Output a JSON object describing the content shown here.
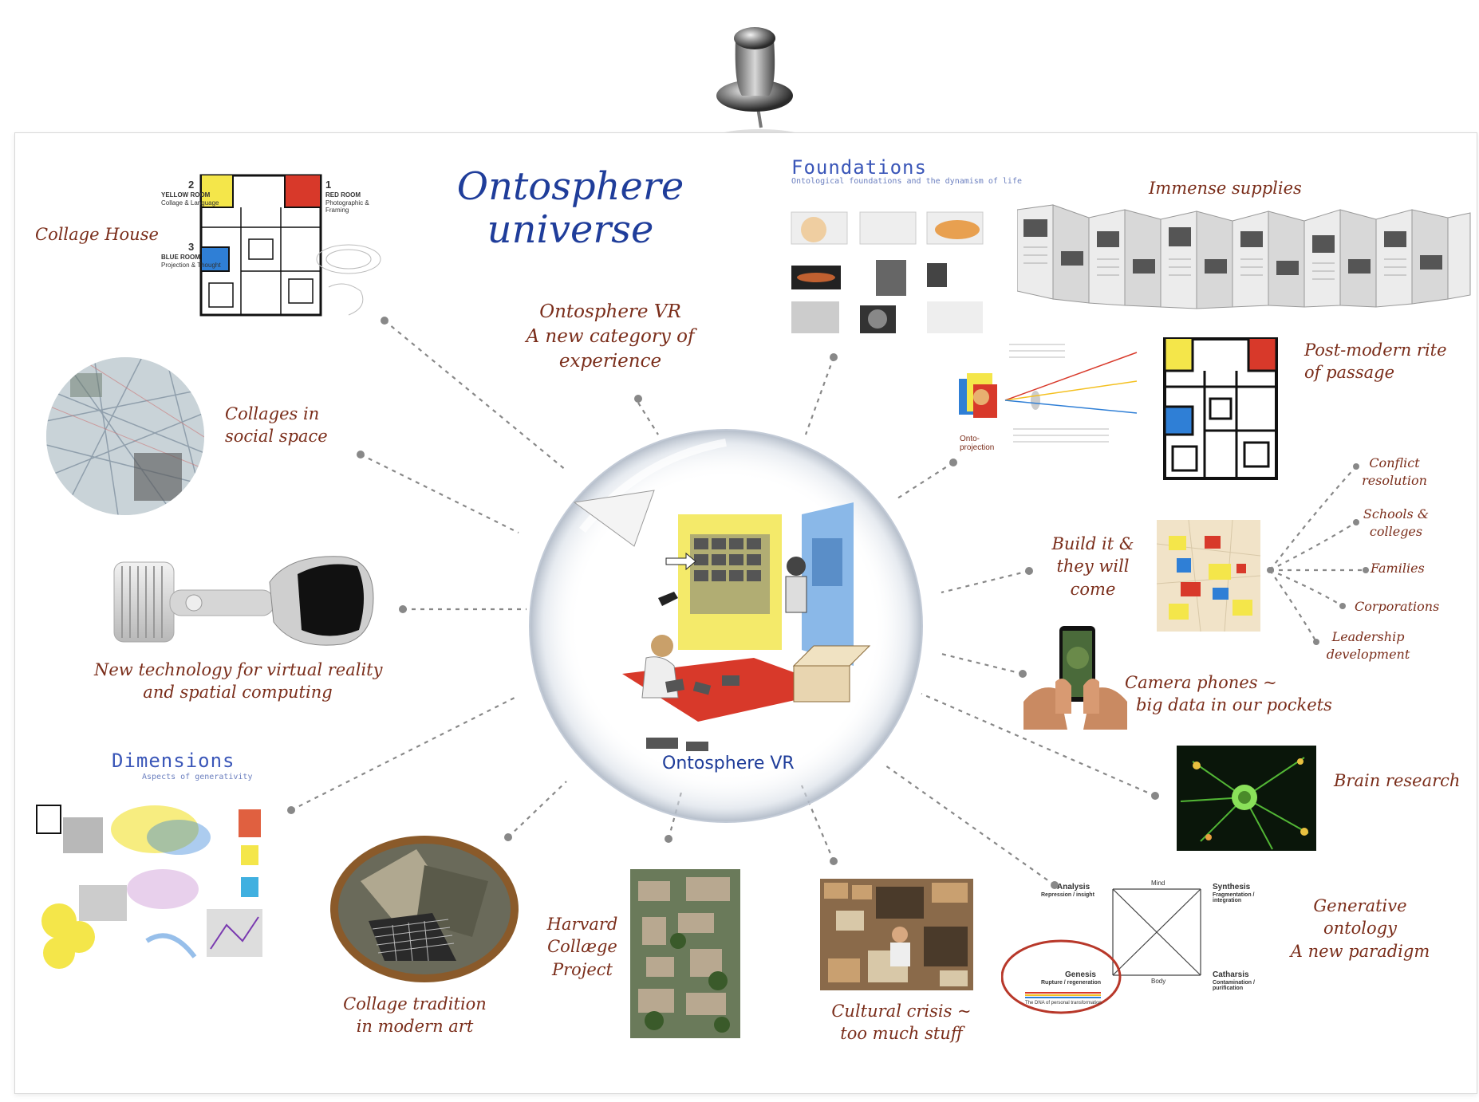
{
  "title": {
    "line1": "Ontosphere",
    "line2": "universe"
  },
  "center": {
    "label": "Ontosphere VR"
  },
  "nodes": {
    "collage_house": "Collage House",
    "ontosphere_vr": {
      "l1": "Ontosphere VR",
      "l2": "A new category of",
      "l3": "experience"
    },
    "foundations": {
      "title": "Foundations",
      "subtitle": "Ontological foundations and the dynamism of life"
    },
    "immense_supplies": "Immense supplies",
    "post_modern": {
      "l1": "Post-modern rite",
      "l2": "of passage"
    },
    "onto_projection": {
      "l1": "Onto-",
      "l2": "projection"
    },
    "collages_social": {
      "l1": "Collages in",
      "l2": "social space"
    },
    "build_it": {
      "l1": "Build it &",
      "l2": "they will",
      "l3": "come"
    },
    "conflict": {
      "l1": "Conflict",
      "l2": "resolution"
    },
    "schools": {
      "l1": "Schools &",
      "l2": "colleges"
    },
    "families": "Families",
    "corporations": "Corporations",
    "leadership": {
      "l1": "Leadership",
      "l2": "development"
    },
    "new_tech": {
      "l1": "New technology for virtual reality",
      "l2": "and spatial computing"
    },
    "camera": {
      "l1": "Camera phones ~",
      "l2": "big data in our pockets"
    },
    "dimensions": {
      "title": "Dimensions",
      "subtitle": "Aspects of generativity"
    },
    "brain": "Brain research",
    "collage_tradition": {
      "l1": "Collage tradition",
      "l2": "in modern art"
    },
    "harvard": {
      "l1": "Harvard",
      "l2": "Collæge",
      "l3": "Project"
    },
    "cultural": {
      "l1": "Cultural crisis ~",
      "l2": "too much stuff"
    },
    "generative": {
      "l1": "Generative",
      "l2": "ontology",
      "l3": "A new paradigm"
    }
  },
  "floorplan": {
    "yellow": {
      "num": "2",
      "name": "YELLOW ROOM",
      "sub": "Collage & Language"
    },
    "red": {
      "num": "1",
      "name": "RED ROOM",
      "sub": "Photographic & Framing"
    },
    "blue": {
      "num": "3",
      "name": "BLUE ROOM",
      "sub": "Projection & Thought"
    }
  },
  "generative_diagram": {
    "analysis": "Analysis",
    "analysis_sub": "Repression / insight",
    "synthesis": "Synthesis",
    "synthesis_sub": "Fragmentation / integration",
    "genesis": "Genesis",
    "genesis_sub": "Rupture / regeneration",
    "catharsis": "Catharsis",
    "catharsis_sub": "Contamination / purification",
    "mind": "Mind",
    "body": "Body",
    "dna": "The DNA of personal transformation"
  },
  "colors": {
    "accent_text": "#7a2d1a",
    "title_blue": "#1f3d9a",
    "yellow": "#f4e64a",
    "red": "#d8392a",
    "blue": "#2f7fd6"
  }
}
